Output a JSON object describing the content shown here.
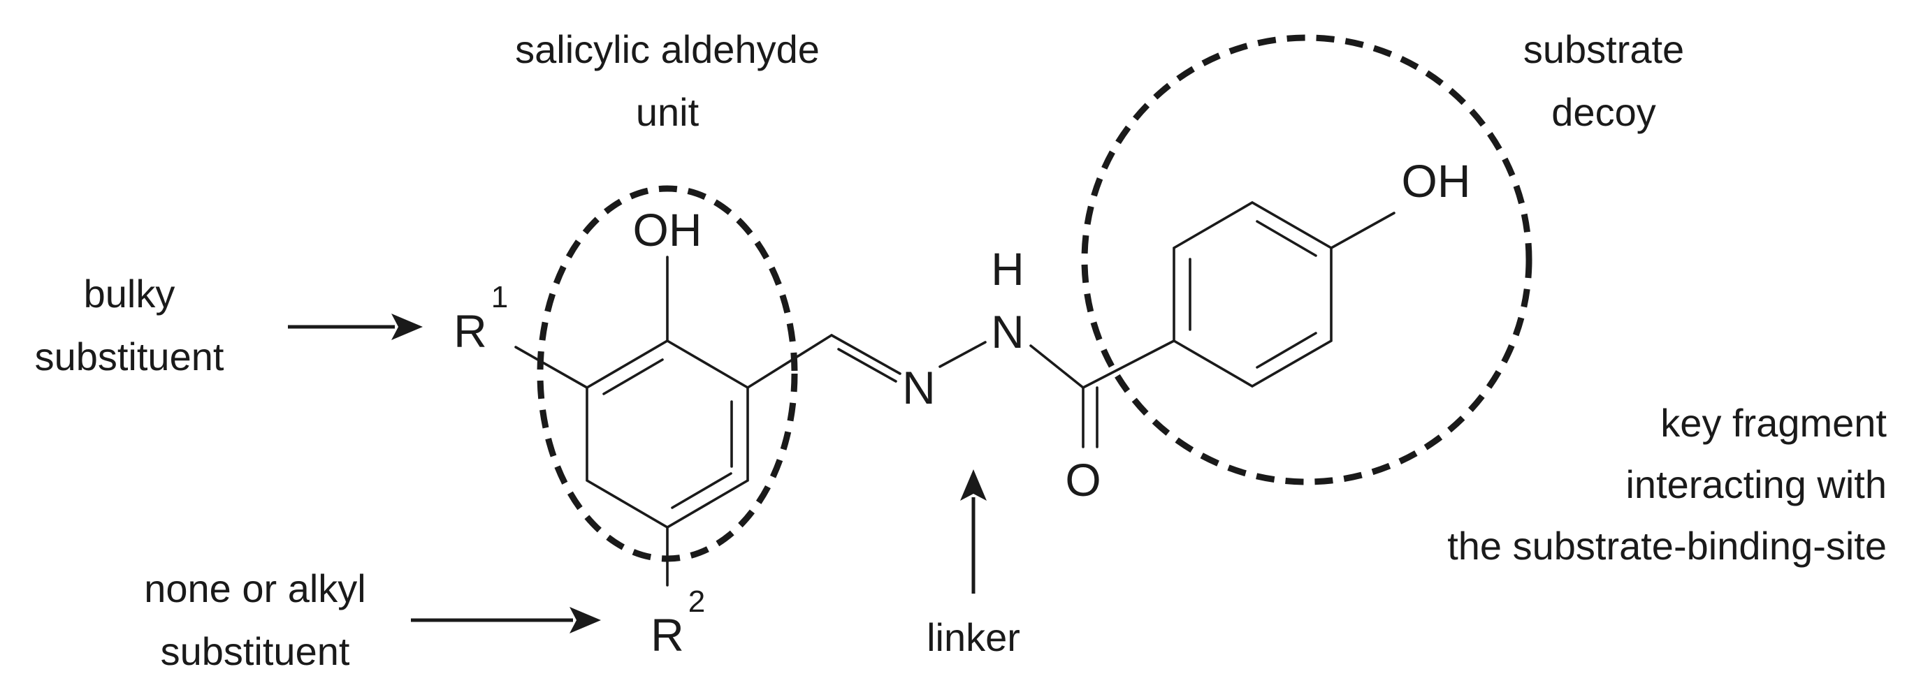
{
  "labels": {
    "salicylic_line1": "salicylic aldehyde",
    "salicylic_line2": "unit",
    "decoy_line1": "substrate",
    "decoy_line2": "decoy",
    "bulky_line1": "bulky",
    "bulky_line2": "substituent",
    "none_line1": "none or alkyl",
    "none_line2": "substituent",
    "linker": "linker",
    "key_line1": "key fragment",
    "key_line2": "interacting with",
    "key_line3": "the substrate-binding-site"
  },
  "atoms": {
    "oh_top": "OH",
    "oh_right": "OH",
    "r1": "R",
    "r1_sup": "1",
    "r2": "R",
    "r2_sup": "2",
    "h": "H",
    "n_amide": "N",
    "n_imine": "N",
    "o_carbonyl": "O"
  }
}
